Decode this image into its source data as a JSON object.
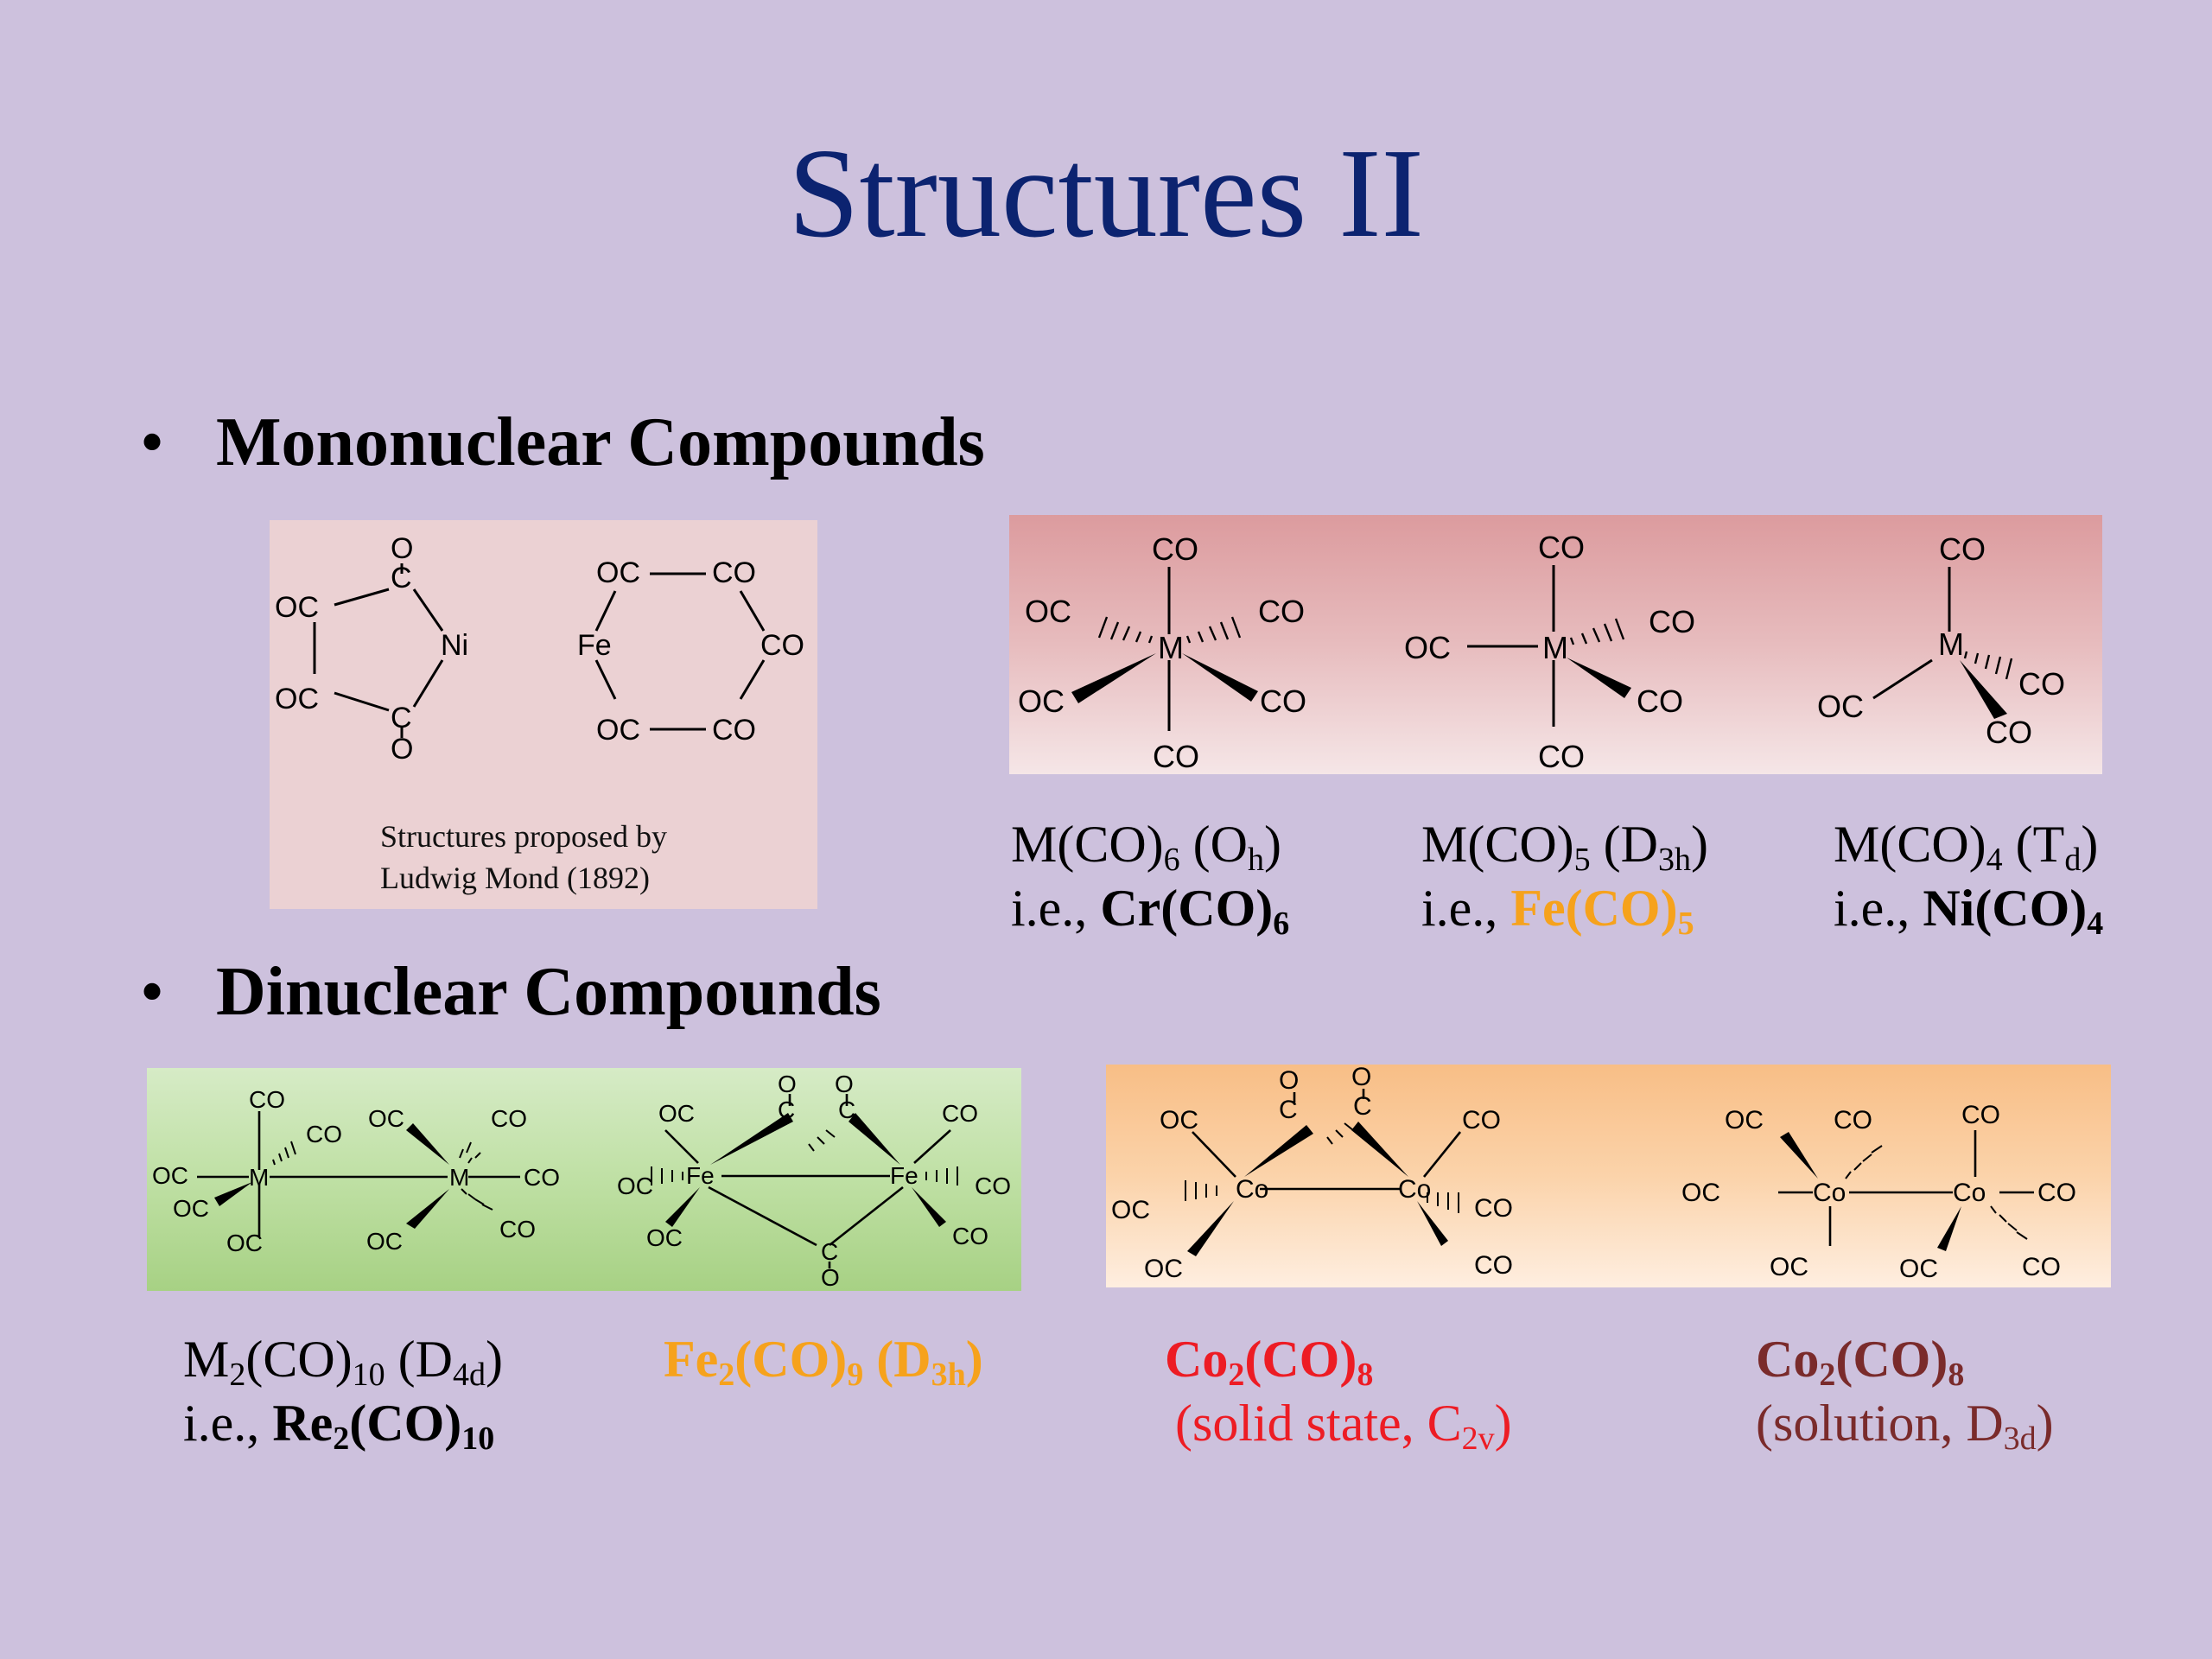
{
  "title": "Structures II",
  "bullets": {
    "mononuclear": "Mononuclear Compounds",
    "dinuclear": "Dinuclear Compounds",
    "symbol": "•"
  },
  "mond": {
    "caption_line1": "Structures proposed by",
    "caption_line2": "Ludwig Mond (1892)"
  },
  "labels": {
    "CO": "CO",
    "OC": "OC",
    "O": "O",
    "C": "C",
    "M": "M",
    "Ni": "Ni",
    "Fe": "Fe",
    "Co": "Co"
  },
  "mono_formulas": {
    "oh": {
      "name_a": "M(CO)",
      "sub_a": "6",
      "sym_open": " (O",
      "sym_sub": "h",
      "sym_close": ")",
      "ie": "i.e.,  ",
      "ex_a": "Cr(CO)",
      "ex_sub": "6"
    },
    "d3h": {
      "name_a": "M(CO)",
      "sub_a": "5",
      "sym_open": " (D",
      "sym_sub": "3h",
      "sym_close": ")",
      "ie": "i.e., ",
      "ex_a": "Fe(CO)",
      "ex_sub": "5"
    },
    "td": {
      "name_a": "M(CO)",
      "sub_a": "4",
      "sym_open": " (T",
      "sym_sub": "d",
      "sym_close": ")",
      "ie": "i.e., ",
      "ex_a": "Ni(CO)",
      "ex_sub": "4"
    }
  },
  "di_formulas": {
    "m2": {
      "a": "M",
      "sub1": "2",
      "b": "(CO)",
      "sub2": "10",
      "sym_open": " (D",
      "sym_sub": "4d",
      "sym_close": ")",
      "ie": "i.e., ",
      "ex_a": "Re",
      "ex_sub1": "2",
      "ex_b": "(CO)",
      "ex_sub2": "10"
    },
    "fe2": {
      "a": "Fe",
      "sub1": "2",
      "b": "(CO)",
      "sub2": "9",
      "sym_open": " (D",
      "sym_sub": "3h",
      "sym_close": ")"
    },
    "co2_solid": {
      "a": "Co",
      "sub1": "2",
      "b": "(CO)",
      "sub2": "8",
      "note_open": "(solid state, C",
      "note_sub": "2v",
      "note_close": ")"
    },
    "co2_soln": {
      "a": "Co",
      "sub1": "2",
      "b": "(CO)",
      "sub2": "8",
      "note_open": "(solution, D",
      "note_sub": "3d",
      "note_close": ")"
    }
  },
  "colors": {
    "title": "#0c2370",
    "background": "#cdc1dd",
    "orange": "#f6a21c",
    "red": "#ed1c24",
    "brown": "#7a2b2b"
  }
}
